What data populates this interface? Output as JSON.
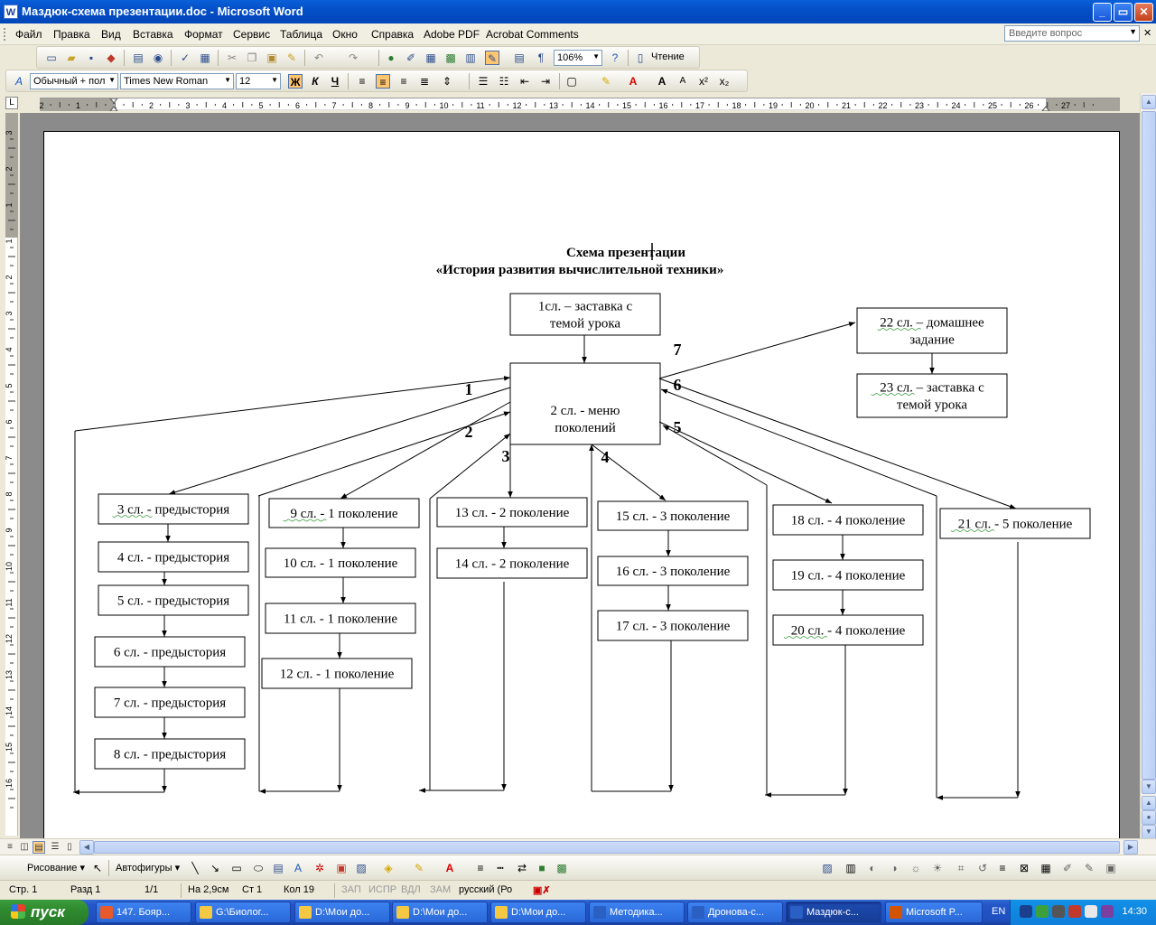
{
  "window": {
    "title": "Маздюк-схема презентации.doc - Microsoft Word",
    "app_icon": "W",
    "minimize": "_",
    "maximize": "▭",
    "close": "✕"
  },
  "menu": {
    "items": [
      "Файл",
      "Правка",
      "Вид",
      "Вставка",
      "Формат",
      "Сервис",
      "Таблица",
      "Окно",
      "Справка",
      "Adobe PDF",
      "Acrobat Comments"
    ],
    "help_placeholder": "Введите вопрос",
    "doc_close": "✕"
  },
  "standard_toolbar": {
    "zoom": "106%",
    "reading_label": "Чтение"
  },
  "format_toolbar": {
    "style": "Обычный + пол",
    "font": "Times New Roman",
    "size": "12",
    "bold": "Ж",
    "italic": "К",
    "underline": "Ч"
  },
  "ruler": {
    "corner": "L",
    "labels": [
      "2",
      "1",
      "1",
      "2",
      "3",
      "4",
      "5",
      "6",
      "7",
      "8",
      "9",
      "10",
      "11",
      "12",
      "13",
      "14",
      "15",
      "16",
      "17",
      "18",
      "19",
      "20",
      "21",
      "22",
      "23",
      "24",
      "25",
      "26",
      "27"
    ],
    "vlabels": [
      "3",
      "2",
      "1",
      "1",
      "2",
      "3",
      "4",
      "5",
      "6",
      "7",
      "8",
      "9",
      "10",
      "11",
      "12",
      "13",
      "14",
      "15",
      "16"
    ]
  },
  "document": {
    "title_line1": "Схема презентации",
    "title_line2": "«История развития вычислительной техники»",
    "boxes": [
      {
        "id": "b1",
        "lines": [
          "1сл. – заставка с",
          "темой урока"
        ]
      },
      {
        "id": "b2",
        "lines": [
          "2 сл. - меню",
          "поколений"
        ]
      },
      {
        "id": "b22",
        "lines": [
          "22 сл. – домашнее",
          "задание"
        ]
      },
      {
        "id": "b23",
        "lines": [
          "23 сл. – заставка с",
          "темой урока"
        ]
      },
      {
        "id": "b3",
        "lines": [
          "3 сл. - предыстория"
        ]
      },
      {
        "id": "b4",
        "lines": [
          "4 сл. - предыстория"
        ]
      },
      {
        "id": "b5",
        "lines": [
          "5 сл. - предыстория"
        ]
      },
      {
        "id": "b6",
        "lines": [
          "6 сл. - предыстория"
        ]
      },
      {
        "id": "b7",
        "lines": [
          "7 сл. - предыстория"
        ]
      },
      {
        "id": "b8",
        "lines": [
          "8 сл. - предыстория"
        ]
      },
      {
        "id": "b9",
        "lines": [
          "9 сл. - 1 поколение"
        ]
      },
      {
        "id": "b10",
        "lines": [
          "10 сл. - 1 поколение"
        ]
      },
      {
        "id": "b11",
        "lines": [
          "11 сл. - 1 поколение"
        ]
      },
      {
        "id": "b12",
        "lines": [
          "12 сл. - 1 поколение"
        ]
      },
      {
        "id": "b13",
        "lines": [
          "13 сл. - 2 поколение"
        ]
      },
      {
        "id": "b14",
        "lines": [
          "14 сл. - 2 поколение"
        ]
      },
      {
        "id": "b15",
        "lines": [
          "15 сл. - 3 поколение"
        ]
      },
      {
        "id": "b16",
        "lines": [
          "16 сл. - 3 поколение"
        ]
      },
      {
        "id": "b17",
        "lines": [
          "17 сл. - 3 поколение"
        ]
      },
      {
        "id": "b18",
        "lines": [
          "18 сл. - 4 поколение"
        ]
      },
      {
        "id": "b19",
        "lines": [
          "19 сл. - 4 поколение"
        ]
      },
      {
        "id": "b20",
        "lines": [
          "20 сл. - 4 поколение"
        ]
      },
      {
        "id": "b21",
        "lines": [
          "21 сл. - 5 поколение"
        ]
      }
    ],
    "numbers": [
      "1",
      "2",
      "3",
      "4",
      "5",
      "6",
      "7"
    ]
  },
  "drawing_toolbar": {
    "draw_label": "Рисование ▾",
    "autoshapes_label": "Автофигуры ▾"
  },
  "status": {
    "page": "Стр. 1",
    "section": "Разд 1",
    "pages": "1/1",
    "at": "На 2,9см",
    "line": "Ст 1",
    "col": "Кол 19",
    "rec": "ЗАП",
    "trk": "ИСПР",
    "ext": "ВДЛ",
    "ovr": "ЗАМ",
    "lang": "русский (Ро"
  },
  "taskbar": {
    "start": "пуск",
    "tasks": [
      "147. Бояр...",
      "G:\\Биолог...",
      "D:\\Мои до...",
      "D:\\Мои до...",
      "D:\\Мои до...",
      "Методика...",
      "Дронова-с...",
      "Маздюк-с...",
      "Microsoft P..."
    ],
    "lang": "EN",
    "clock": "14:30"
  },
  "colors": {
    "title_blue": "#0450c8",
    "taskbar_blue": "#2456c8",
    "start_green": "#2f8a2f",
    "doc_bg": "#8b8b8b"
  }
}
